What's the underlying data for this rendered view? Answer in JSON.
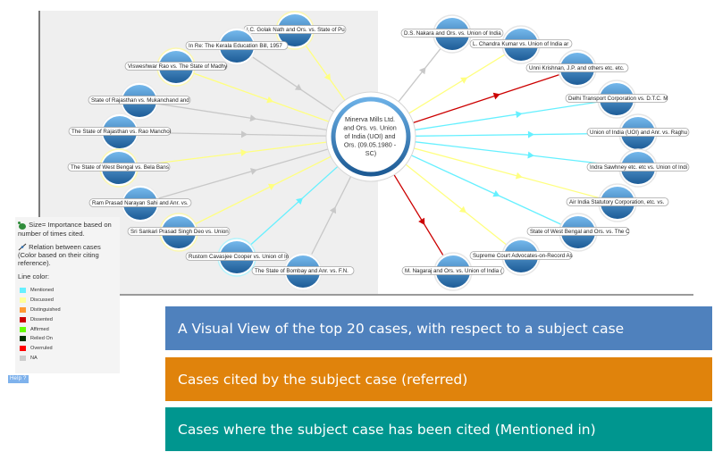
{
  "graph": {
    "subject_case": {
      "title_lines": [
        "Minerva Mills Ltd.",
        "and Ors. vs. Union",
        "of India (UOI) and",
        "Ors. (09.05.1980 -",
        "SC)"
      ]
    },
    "citing_cases": [
      {
        "label": "I.C. Golak Nath and Ors. vs. State of Pu",
        "relation": "Discussed"
      },
      {
        "label": "In Re: The Kerala Education Bill, 1957",
        "relation": "NA"
      },
      {
        "label": "Visweshwar Rao vs. The State of Madhy",
        "relation": "Discussed"
      },
      {
        "label": "State of Rajasthan vs. Mukanchand and",
        "relation": "NA"
      },
      {
        "label": "The State of Rajasthan vs. Rao Manchoi",
        "relation": "NA"
      },
      {
        "label": "The State of West Bengal vs. Bela Bans",
        "relation": "Discussed"
      },
      {
        "label": "Ram Prasad Narayan Sahi and Anr. vs.",
        "relation": "NA"
      },
      {
        "label": "Sri Sankari Prasad Singh Deo vs. Union",
        "relation": "Discussed"
      },
      {
        "label": "Rustom Cavasjee Cooper vs. Union of In",
        "relation": "Mentioned"
      },
      {
        "label": "The State of Bombay and Anr. vs. F.N.",
        "relation": "NA"
      }
    ],
    "cited_in_cases": [
      {
        "label": "D.S. Nakara and Ors. vs. Union of India",
        "relation": "NA"
      },
      {
        "label": "L. Chandra Kumar vs. Union of India ar",
        "relation": "Discussed"
      },
      {
        "label": "Unni Krishnan, J.P. and others etc. etc.",
        "relation": "Dissented"
      },
      {
        "label": "Delhi Transport Corporation vs. D.T.C. M",
        "relation": "Mentioned"
      },
      {
        "label": "Union of India (UOI) and Anr. vs. Raghu",
        "relation": "Mentioned"
      },
      {
        "label": "Indra Sawhney etc. etc vs. Union of Indi",
        "relation": "Mentioned"
      },
      {
        "label": "Air India Statutory Corporation, etc. vs.",
        "relation": "Discussed"
      },
      {
        "label": "State of West Bengal and Ors. vs. The C",
        "relation": "Mentioned"
      },
      {
        "label": "Supreme Court Advocates-on-Record As",
        "relation": "Discussed"
      },
      {
        "label": "M. Nagaraj and Ors. vs. Union of India (",
        "relation": "Dissented"
      }
    ]
  },
  "legend": {
    "size_text": "Size= Importance based on number of times cited.",
    "relation_text": "Relation between cases (Color based on their citing reference).",
    "line_color_title": "Line color:",
    "items": [
      {
        "label": "Mentioned",
        "color": "#66f0ff"
      },
      {
        "label": "Discussed",
        "color": "#ffff99"
      },
      {
        "label": "Distinguished",
        "color": "#ff9933"
      },
      {
        "label": "Dissented",
        "color": "#cc0000"
      },
      {
        "label": "Affirmed",
        "color": "#66ff00"
      },
      {
        "label": "Relied On",
        "color": "#003300"
      },
      {
        "label": "Overruled",
        "color": "#ff0000"
      },
      {
        "label": "NA",
        "color": "#cccccc"
      }
    ]
  },
  "help_link": "Help ?",
  "banners": {
    "visual_view": "A Visual View of the top 20 cases, with respect to a subject case",
    "cited_by_subject": "Cases cited by the subject case (referred)",
    "citing_subject": "Cases where the subject case has been cited (Mentioned in)"
  },
  "colors": {
    "mentioned": "#66f0ff",
    "discussed": "#ffff80",
    "dissented": "#cc0000",
    "na": "#c8c8c8",
    "node_top": "#6fb2e8",
    "node_bottom": "#1e5f9a",
    "banner_blue": "#4f81bd",
    "banner_orange": "#e0830c",
    "banner_teal": "#00968f"
  }
}
